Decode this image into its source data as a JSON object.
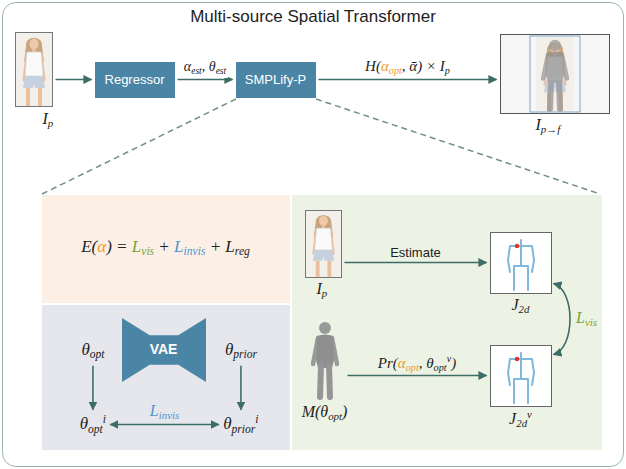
{
  "diagram": {
    "nodes": [
      {
        "text": [
          "Multi-source Spatial Transformer"
        ]
      },
      {
        "text": [
          "Ip"
        ],
        "in": 0
      },
      {
        "text": [
          "Regressor"
        ],
        "in": 0
      },
      {
        "text": [
          "SMPLify-P"
        ],
        "in": 0
      },
      {
        "text": [
          "Ip→f"
        ],
        "in": 0
      },
      {
        "text": [
          "E(α) = Lvis + Linvis + Lreg"
        ],
        "in": 0
      },
      {
        "text": [
          "VAE"
        ],
        "in": 0
      },
      {
        "text": [
          "θopt"
        ],
        "in": 0
      },
      {
        "text": [
          "θprior"
        ],
        "in": 0
      },
      {
        "text": [
          "θopti"
        ],
        "in": 0
      },
      {
        "text": [
          "θpriori"
        ],
        "in": 0
      },
      {
        "text": [
          "Ip"
        ],
        "in": 0
      },
      {
        "text": [
          "J2d"
        ],
        "in": 0
      },
      {
        "text": [
          "M(θopt)"
        ],
        "in": 0
      },
      {
        "text": [
          "J2dv"
        ],
        "in": 0
      }
    ],
    "edges": [
      {
        "from": 1,
        "to": 2,
        "arrow": "to"
      },
      {
        "from": 2,
        "to": 3,
        "label": "αest, θest",
        "arrow": "to"
      },
      {
        "from": 3,
        "to": 4,
        "label": "H(αopt, ᾱ) × Ip",
        "arrow": "to"
      },
      {
        "from": 7,
        "to": 9,
        "arrow": "to"
      },
      {
        "from": 8,
        "to": 10,
        "arrow": "to"
      },
      {
        "from": 9,
        "to": 10,
        "label": "Linvis",
        "arrow": "both"
      },
      {
        "from": 11,
        "to": 12,
        "label": "Estimate",
        "arrow": "to"
      },
      {
        "from": 13,
        "to": 14,
        "label": "Pr(αopt, θoptv)",
        "arrow": "to"
      },
      {
        "from": 12,
        "to": 14,
        "label": "Lvis",
        "arrow": "both"
      }
    ]
  }
}
